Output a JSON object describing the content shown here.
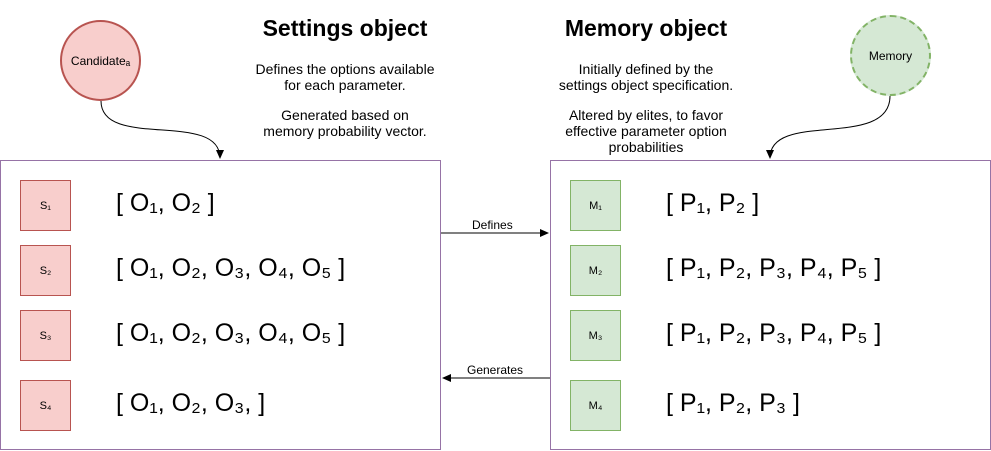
{
  "settings": {
    "title": "Settings object",
    "desc_line1": "Defines the options available",
    "desc_line2": "for each parameter.",
    "desc_line3": "Generated based on",
    "desc_line4": "memory probability vector."
  },
  "memory": {
    "title": "Memory object",
    "desc_line1": "Initially defined by the",
    "desc_line2": "settings object specification.",
    "desc_line3": "Altered by elites, to favor",
    "desc_line4": "effective parameter option",
    "desc_line5": "probabilities"
  },
  "candidate_label": "Candidateₐ",
  "memory_label": "Memory",
  "edges": {
    "defines": "Defines",
    "generates": "Generates"
  },
  "settings_rows": [
    {
      "label": "S₁",
      "vector": "[  O₁,  O₂  ]"
    },
    {
      "label": "S₂",
      "vector": "[  O₁,  O₂,  O₃,  O₄,  O₅  ]"
    },
    {
      "label": "S₃",
      "vector": "[  O₁,  O₂,  O₃,  O₄,  O₅  ]"
    },
    {
      "label": "S₄",
      "vector": "[  O₁,  O₂,  O₃,  ]"
    }
  ],
  "memory_rows": [
    {
      "label": "M₁",
      "vector": "[  P₁,  P₂  ]"
    },
    {
      "label": "M₂",
      "vector": "[  P₁,  P₂,  P₃,  P₄,  P₅  ]"
    },
    {
      "label": "M₃",
      "vector": "[  P₁,  P₂,  P₃,  P₄,  P₅  ]"
    },
    {
      "label": "M₄",
      "vector": "[  P₁,  P₂,  P₃  ]"
    }
  ],
  "colors": {
    "red_fill": "#f8cecc",
    "red_stroke": "#b85450",
    "green_fill": "#d5e8d4",
    "green_stroke": "#82b366",
    "panel_stroke": "#9673a6"
  }
}
